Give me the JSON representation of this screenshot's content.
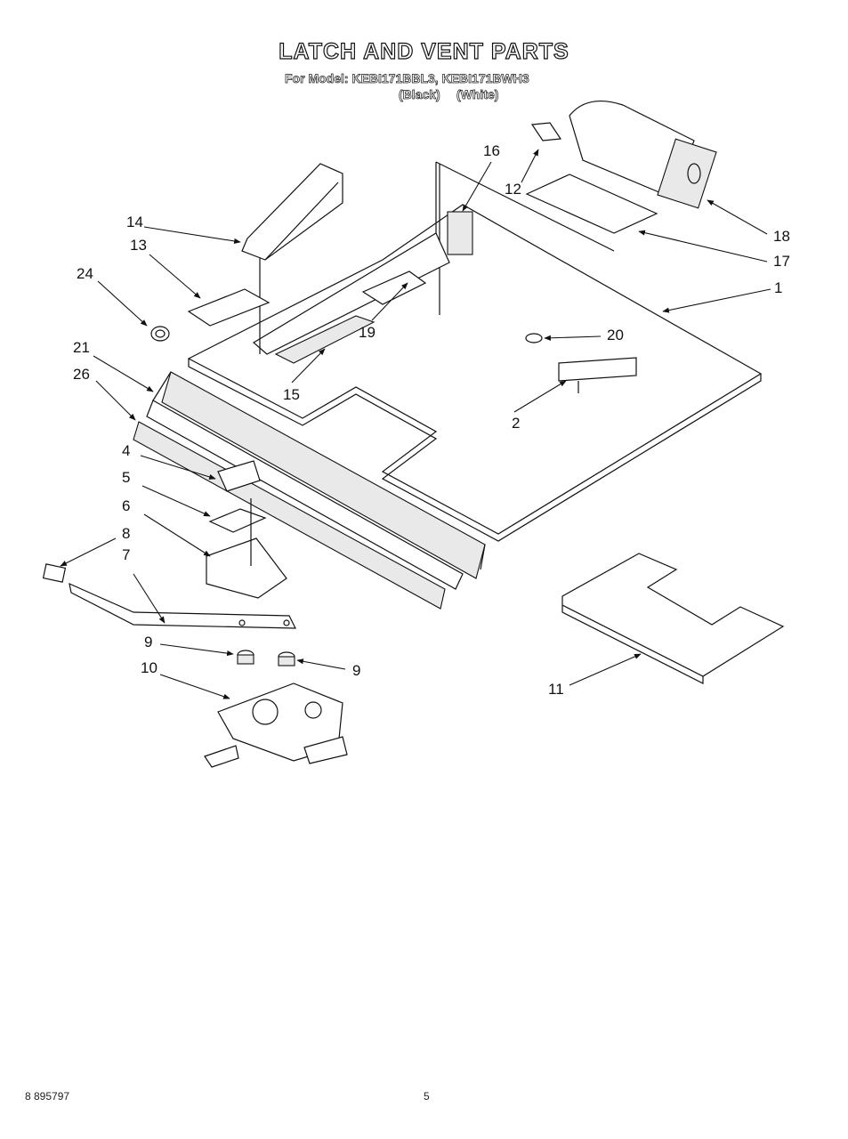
{
  "header": {
    "title": "LATCH AND VENT PARTS",
    "model_line": "For Model: KEBI171BBL3, KEBI171BWH3",
    "color_black": "(Black)",
    "color_white": "(White)"
  },
  "callouts": [
    {
      "id": "c1",
      "label": "1"
    },
    {
      "id": "c2",
      "label": "2"
    },
    {
      "id": "c4",
      "label": "4"
    },
    {
      "id": "c5",
      "label": "5"
    },
    {
      "id": "c6",
      "label": "6"
    },
    {
      "id": "c7",
      "label": "7"
    },
    {
      "id": "c8",
      "label": "8"
    },
    {
      "id": "c9a",
      "label": "9"
    },
    {
      "id": "c9b",
      "label": "9"
    },
    {
      "id": "c10",
      "label": "10"
    },
    {
      "id": "c11",
      "label": "11"
    },
    {
      "id": "c12",
      "label": "12"
    },
    {
      "id": "c13",
      "label": "13"
    },
    {
      "id": "c14",
      "label": "14"
    },
    {
      "id": "c15",
      "label": "15"
    },
    {
      "id": "c16",
      "label": "16"
    },
    {
      "id": "c17",
      "label": "17"
    },
    {
      "id": "c18",
      "label": "18"
    },
    {
      "id": "c19",
      "label": "19"
    },
    {
      "id": "c20",
      "label": "20"
    },
    {
      "id": "c21",
      "label": "21"
    },
    {
      "id": "c24",
      "label": "24"
    },
    {
      "id": "c26",
      "label": "26"
    }
  ],
  "footer": {
    "part_number": "8 895797",
    "page_number": "5"
  }
}
